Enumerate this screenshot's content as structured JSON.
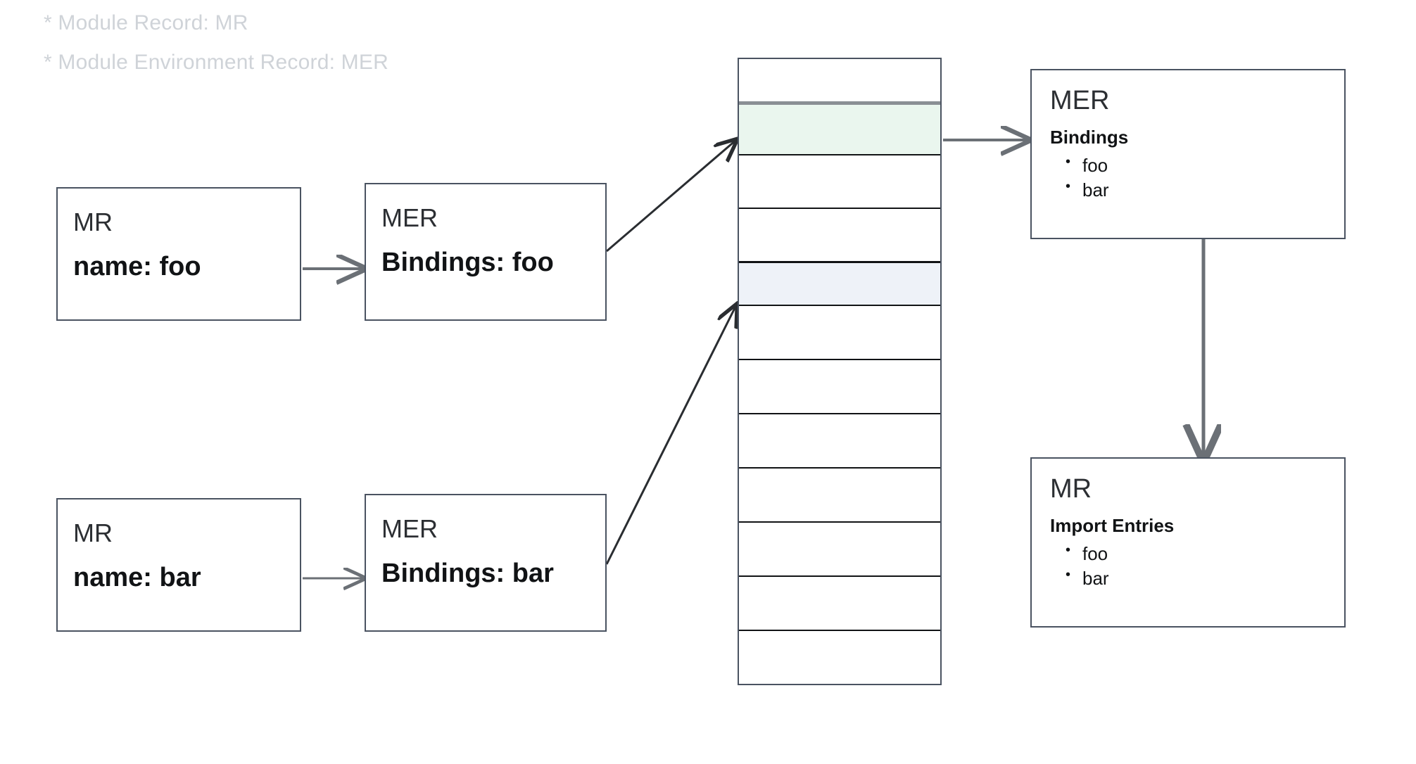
{
  "legend": {
    "lines": [
      "* Module Record: MR",
      "* Module Environment Record: MER"
    ]
  },
  "colors": {
    "box_border": "#4a5361",
    "cell_border": "#111315",
    "highlight_green": "#eaf6ee",
    "highlight_blue": "#eef2f8",
    "legend_text": "#cfd3d8",
    "arrow": "#6b7076",
    "arrow_dark": "#2a2d31"
  },
  "left_column": {
    "rows": [
      {
        "record_box": {
          "title": "MR",
          "detail": "name: foo"
        },
        "env_box": {
          "title": "MER",
          "detail": "Bindings: foo"
        }
      },
      {
        "record_box": {
          "title": "MR",
          "detail": "name: bar"
        },
        "env_box": {
          "title": "MER",
          "detail": "Bindings: bar"
        }
      }
    ]
  },
  "stack": {
    "name": "module-map-stack",
    "cells": [
      {
        "fill": "white",
        "label": ""
      },
      {
        "fill": "green",
        "label": ""
      },
      {
        "fill": "white",
        "label": ""
      },
      {
        "fill": "white",
        "label": ""
      },
      {
        "fill": "blue",
        "label": ""
      },
      {
        "fill": "white",
        "label": ""
      },
      {
        "fill": "white",
        "label": ""
      },
      {
        "fill": "white",
        "label": ""
      },
      {
        "fill": "white",
        "label": ""
      },
      {
        "fill": "white",
        "label": ""
      },
      {
        "fill": "white",
        "label": ""
      },
      {
        "fill": "white",
        "label": ""
      }
    ]
  },
  "right_column": {
    "mer_box": {
      "title": "MER",
      "section": "Bindings",
      "items": [
        "foo",
        "bar"
      ]
    },
    "mr_box": {
      "title": "MR",
      "section": "Import Entries",
      "items": [
        "foo",
        "bar"
      ]
    }
  }
}
